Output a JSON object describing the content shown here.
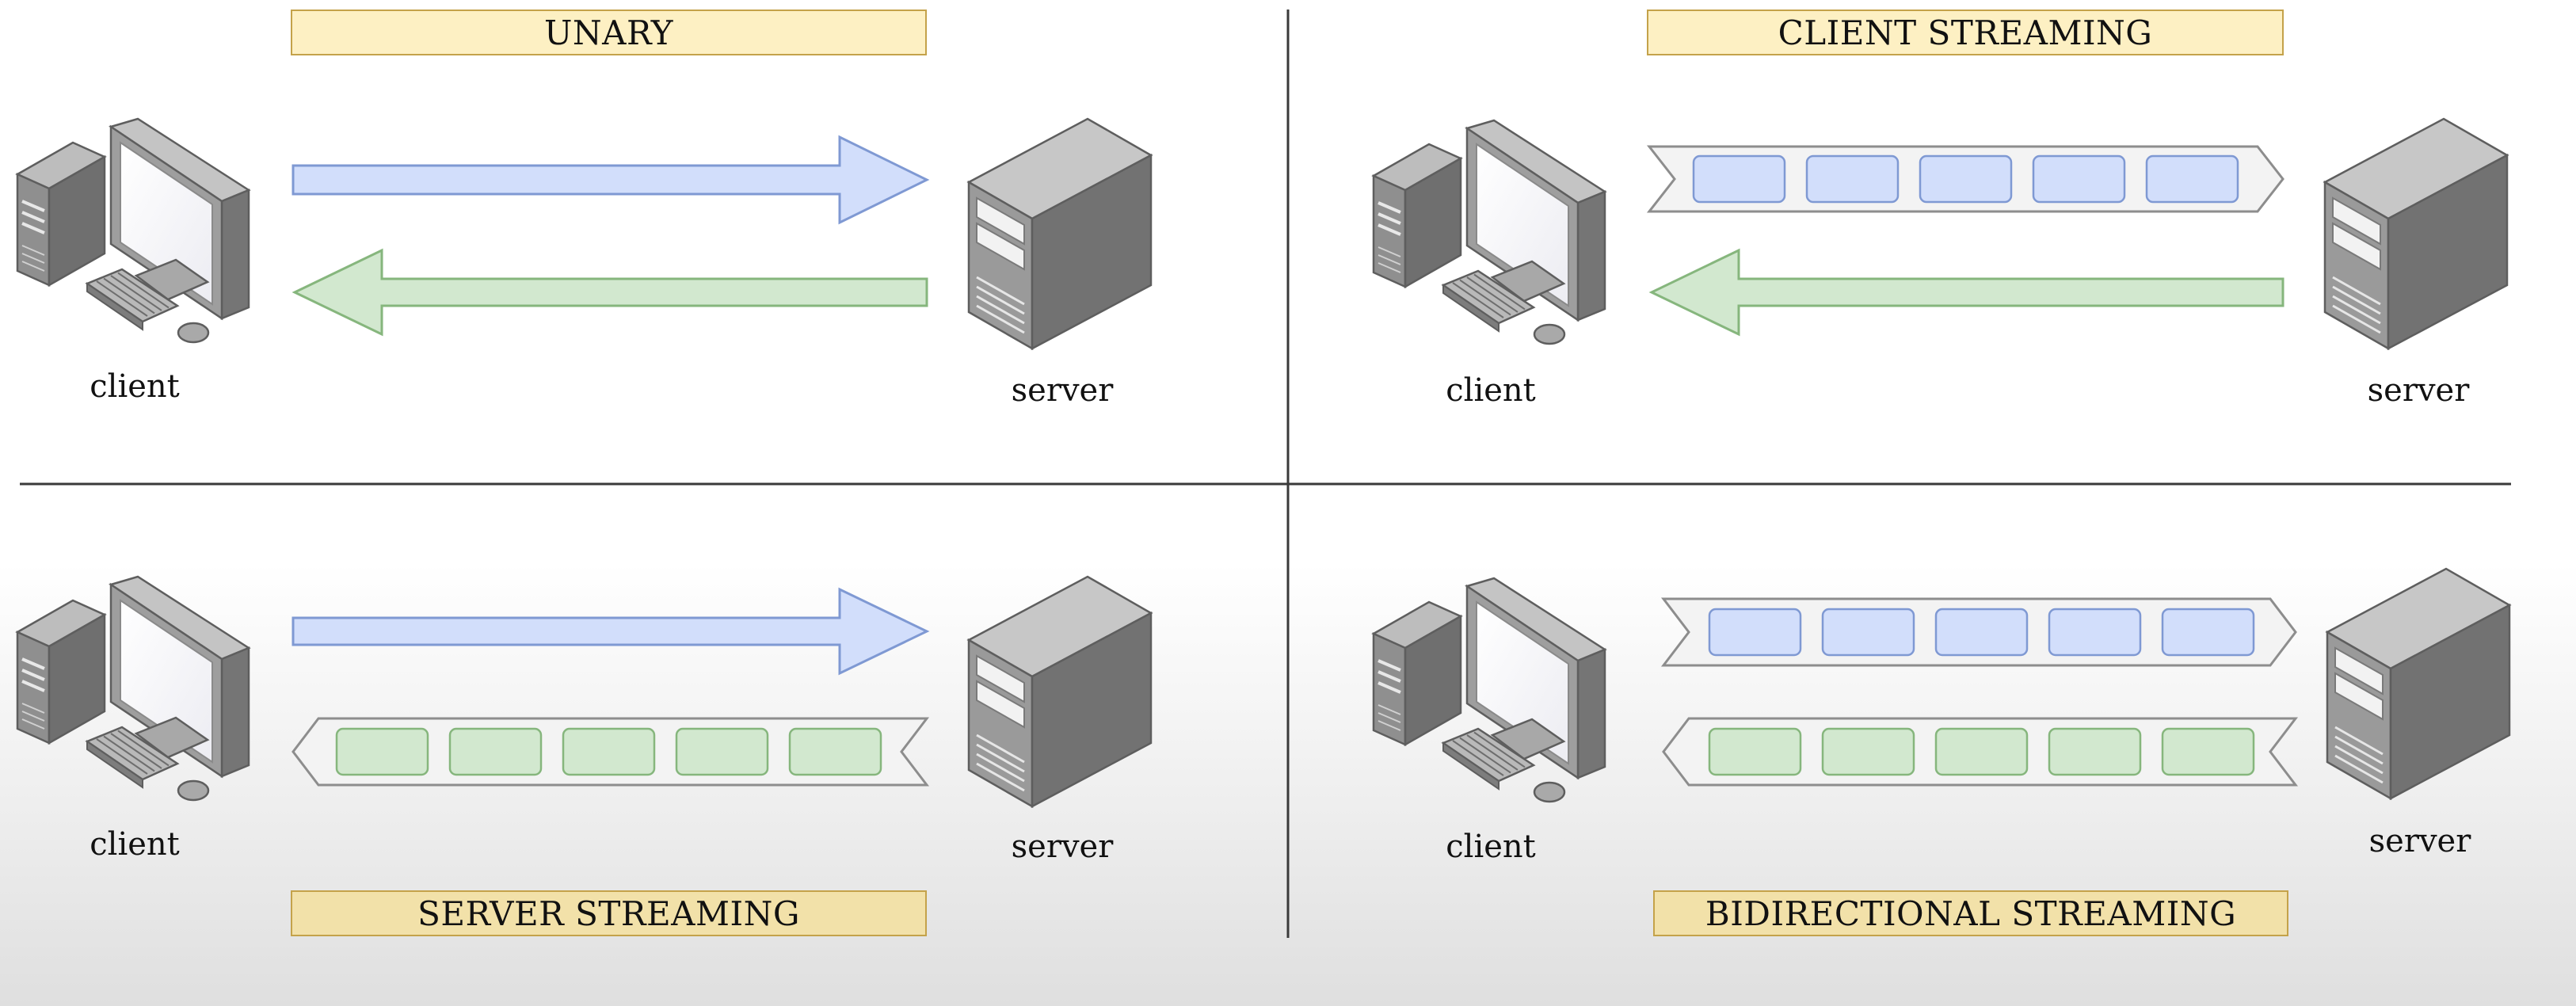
{
  "colors": {
    "request_fill": "#d2defb",
    "request_stroke": "#7f99d3",
    "response_fill": "#d2e8cf",
    "response_stroke": "#86b67d",
    "stream_frame_fill": "#f3f3f3",
    "stream_frame_stroke": "#8d8d8d",
    "label_fill": "#fdf0c3",
    "label_stroke": "#c4a24a",
    "divider": "#3a3a3a"
  },
  "icons": {
    "client": "desktop-computer-icon",
    "server": "tower-server-icon"
  },
  "panels": [
    {
      "title": "UNARY",
      "client_label": "client",
      "server_label": "server",
      "client_to_server": {
        "kind": "single-arrow",
        "messages": 1
      },
      "server_to_client": {
        "kind": "single-arrow",
        "messages": 1
      }
    },
    {
      "title": "CLIENT STREAMING",
      "client_label": "client",
      "server_label": "server",
      "client_to_server": {
        "kind": "stream",
        "messages": 5
      },
      "server_to_client": {
        "kind": "single-arrow",
        "messages": 1
      }
    },
    {
      "title": "SERVER STREAMING",
      "client_label": "client",
      "server_label": "server",
      "client_to_server": {
        "kind": "single-arrow",
        "messages": 1
      },
      "server_to_client": {
        "kind": "stream",
        "messages": 5
      }
    },
    {
      "title": "BIDIRECTIONAL STREAMING",
      "client_label": "client",
      "server_label": "server",
      "client_to_server": {
        "kind": "stream",
        "messages": 5
      },
      "server_to_client": {
        "kind": "stream",
        "messages": 5
      }
    }
  ]
}
